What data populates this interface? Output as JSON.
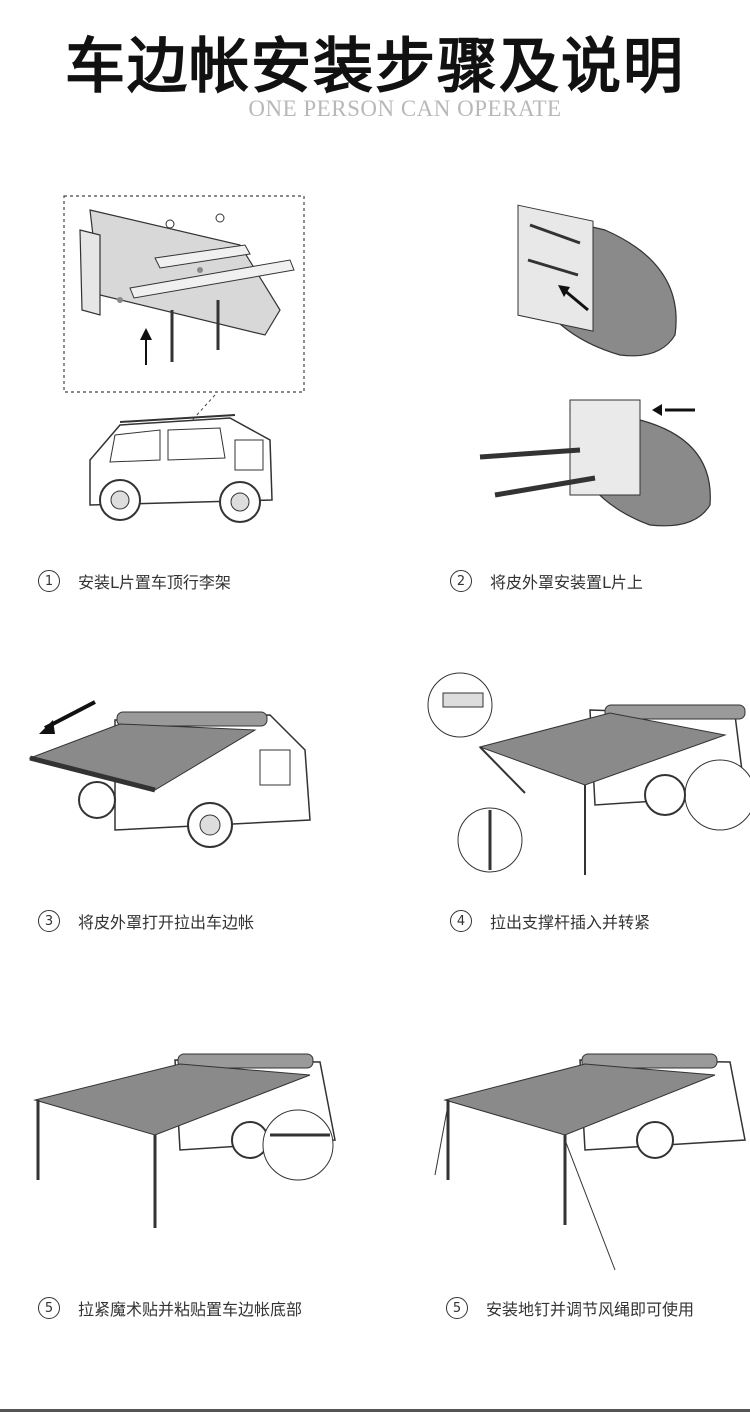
{
  "header": {
    "title": "车边帐安装步骤及说明",
    "subtitle": "ONE PERSON CAN OPERATE"
  },
  "steps": [
    {
      "number": "1",
      "text": "安装L片置车顶行李架"
    },
    {
      "number": "2",
      "text": "将皮外罩安装置L片上"
    },
    {
      "number": "3",
      "text": "将皮外罩打开拉出车边帐"
    },
    {
      "number": "4",
      "text": "拉出支撑杆插入并转紧"
    },
    {
      "number": "5",
      "text": "拉紧魔术贴并粘贴置车边帐底部"
    },
    {
      "number": "5",
      "text": "安装地钉并调节风绳即可使用"
    }
  ],
  "colors": {
    "awning_gray": "#8a8a8a",
    "line": "#333333",
    "background": "#ffffff"
  }
}
